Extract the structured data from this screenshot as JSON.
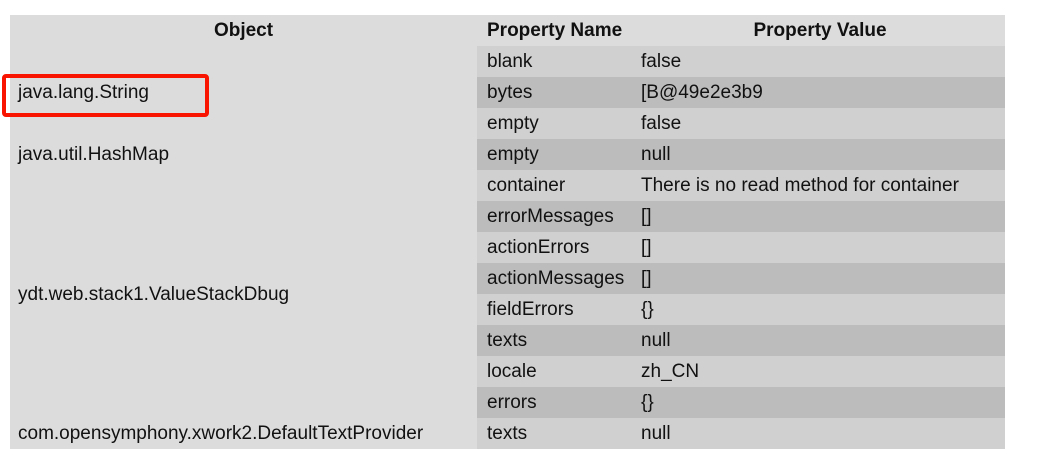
{
  "table": {
    "columns": [
      "Object",
      "Property Name",
      "Property Value"
    ],
    "rows": [
      {
        "object": "java.lang.String",
        "object_rowspan": 3,
        "object_align": "middle",
        "name": "blank",
        "value": "false"
      },
      {
        "object": null,
        "name": "bytes",
        "value": "[B@49e2e3b9"
      },
      {
        "object": null,
        "name": "empty",
        "value": "false"
      },
      {
        "object": "java.util.HashMap",
        "object_rowspan": 1,
        "object_align": "middle",
        "name": "empty",
        "value": "null"
      },
      {
        "object": "",
        "object_rowspan": 8,
        "object_align": "middle",
        "name": "container",
        "value": "There is no read method for container"
      },
      {
        "object": null,
        "name": "errorMessages",
        "value": "[]"
      },
      {
        "object": null,
        "name": "actionErrors",
        "value": "[]"
      },
      {
        "object": null,
        "name": "actionMessages",
        "value": "[]"
      },
      {
        "object": null,
        "name": "fieldErrors",
        "value": "{}"
      },
      {
        "object": null,
        "name": "texts",
        "value": "null"
      },
      {
        "object": null,
        "name": "locale",
        "value": "zh_CN"
      },
      {
        "object": null,
        "name": "errors",
        "value": "{}"
      },
      {
        "object": "com.opensymphony.xwork2.DefaultTextProvider",
        "object_rowspan": 1,
        "object_align": "middle",
        "name": "texts",
        "value": "null"
      }
    ],
    "merged_object_label": "ydt.web.stack1.ValueStackDbug"
  },
  "annotation": {
    "highlight_target": "java.lang.String",
    "highlight_color": "#f81400"
  },
  "colors": {
    "header_bg": "#dcdcdc",
    "object_bg": "#dcdcdc",
    "row_odd_bg": "#d0d0d0",
    "row_even_bg": "#bcbcbc",
    "page_bg": "#ffffff",
    "text": "#111111"
  }
}
